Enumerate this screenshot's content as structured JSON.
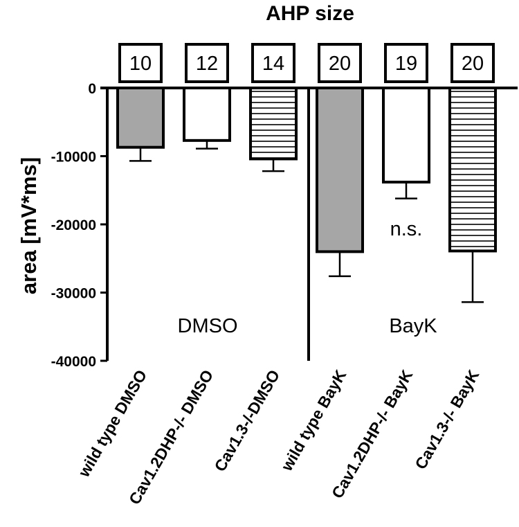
{
  "chart_data": {
    "type": "bar",
    "title": "AHP size",
    "ylabel": "area [mV*ms]",
    "ylim": [
      -40000,
      0
    ],
    "yticks": [
      "0",
      "-10000",
      "-20000",
      "-30000",
      "-40000"
    ],
    "grid": false,
    "categories": [
      "wild type DMSO",
      "Cav1.2DHP-/- DMSO",
      "Cav1.3-/-DMSO",
      "wild type BayK",
      "Cav1.2DHP-/- BayK",
      "Cav1.3-/- BayK"
    ],
    "values": [
      -8700,
      -7700,
      -10400,
      -24000,
      -13800,
      -23900
    ],
    "errors": [
      2000,
      1200,
      1800,
      3600,
      2400,
      7500
    ],
    "n": [
      "10",
      "12",
      "14",
      "20",
      "19",
      "20"
    ],
    "fills": [
      "gray",
      "white",
      "hatched",
      "gray",
      "white",
      "hatched"
    ],
    "group_labels": [
      "DMSO",
      "BayK"
    ],
    "annotations": [
      {
        "text": "n.s.",
        "category": "Cav1.2DHP-/- BayK"
      }
    ],
    "colors": {
      "gray": "#a6a6a6",
      "white": "#ffffff",
      "stroke": "#000000"
    }
  }
}
